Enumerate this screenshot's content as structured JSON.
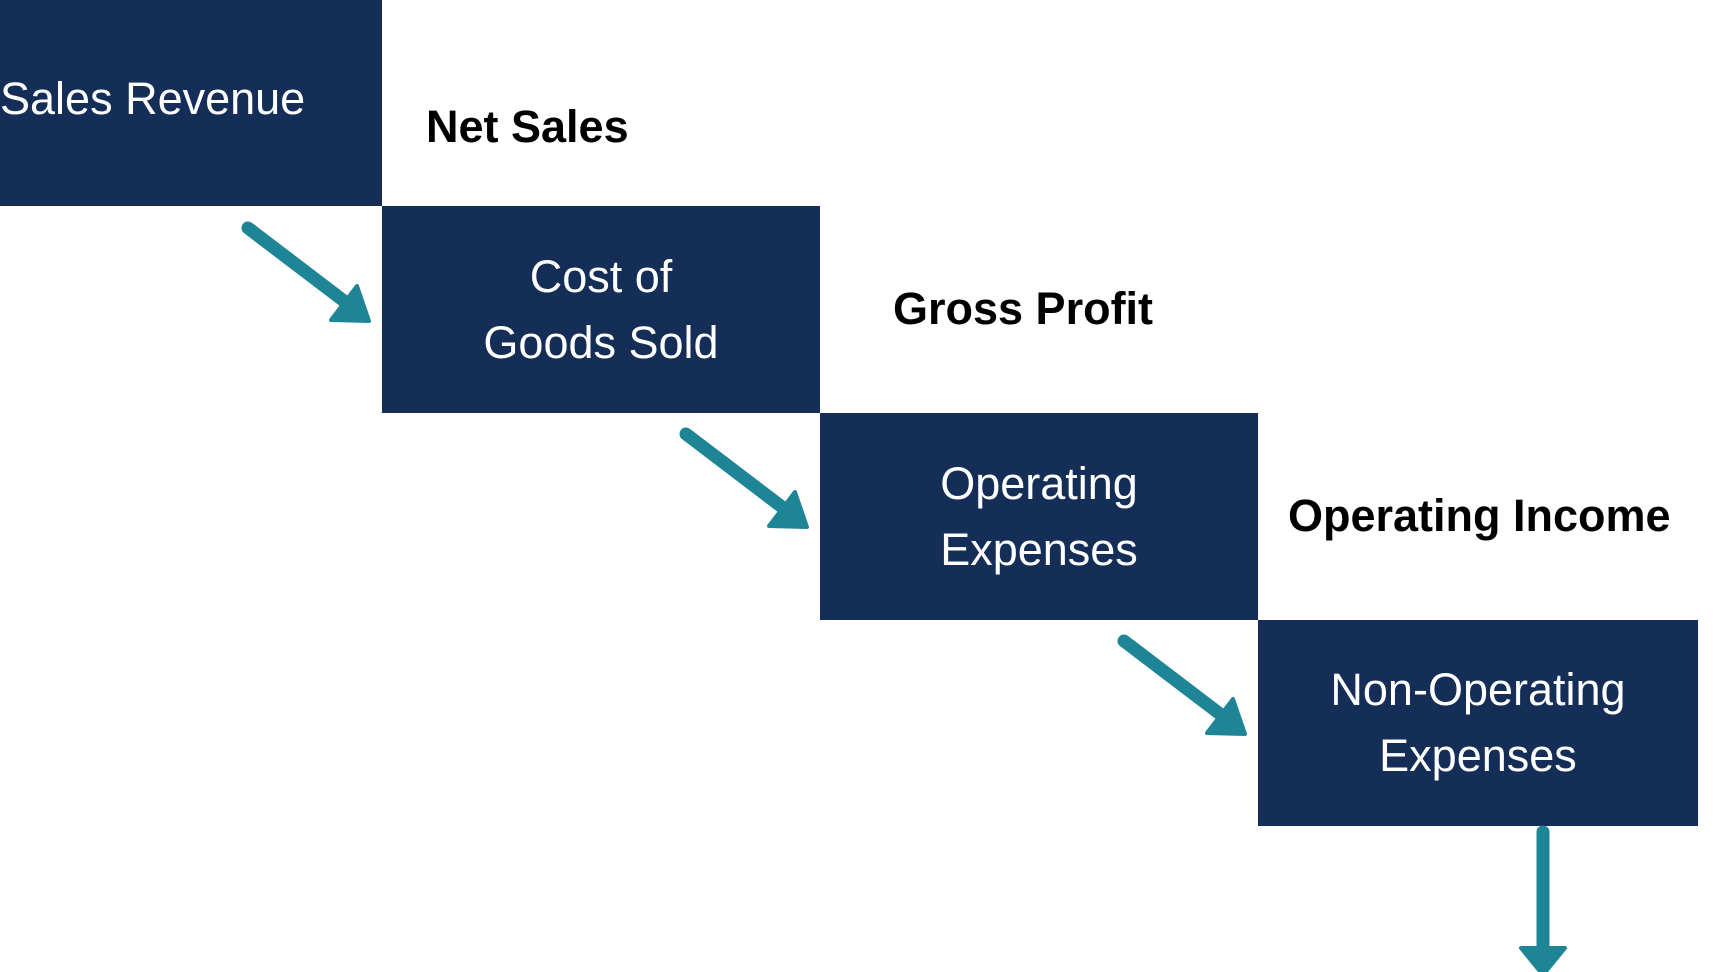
{
  "boxes": [
    {
      "label": "Sales Revenue"
    },
    {
      "label": "Cost of\nGoods Sold"
    },
    {
      "label": "Operating\nExpenses"
    },
    {
      "label": "Non-Operating\nExpenses"
    }
  ],
  "results": [
    {
      "label": "Net Sales"
    },
    {
      "label": "Gross Profit"
    },
    {
      "label": "Operating Income"
    }
  ],
  "colors": {
    "box_fill": "#152e57",
    "box_text": "#ffffff",
    "arrow": "#1e8596",
    "label_text": "#000000"
  }
}
